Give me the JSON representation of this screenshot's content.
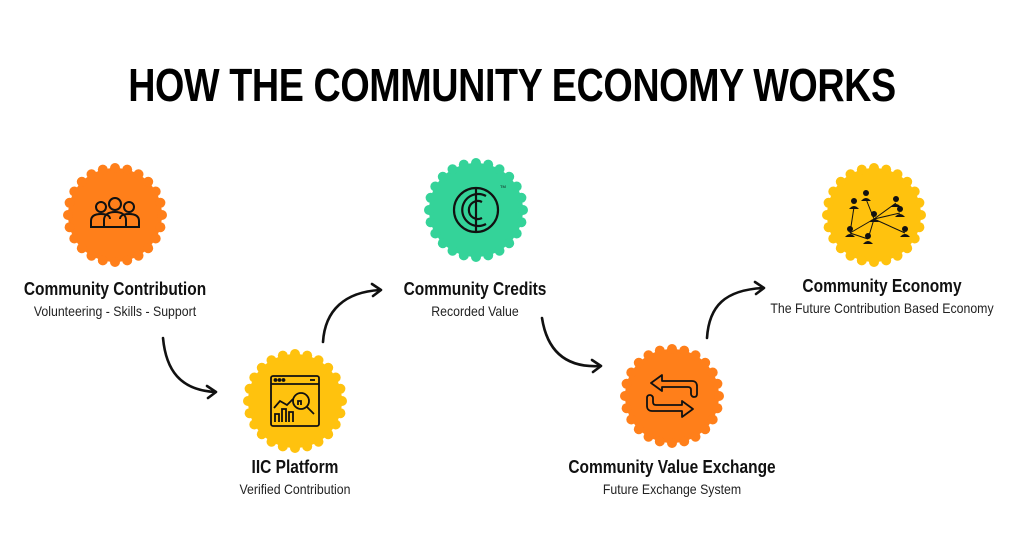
{
  "title": "HOW THE COMMUNITY ECONOMY WORKS",
  "colors": {
    "orange": "#FF7F1A",
    "yellow": "#FFC20E",
    "green": "#34D399",
    "ink": "#111111"
  },
  "steps": [
    {
      "title": "Community Contribution",
      "subtitle": "Volunteering - Skills - Support",
      "icon": "people-group-icon",
      "color": "#FF7F1A"
    },
    {
      "title": "IIC Platform",
      "subtitle": "Verified Contribution",
      "icon": "web-analytics-icon",
      "color": "#FFC20E"
    },
    {
      "title": "Community Credits",
      "subtitle": "Recorded Value",
      "icon": "credit-coin-icon",
      "color": "#34D399"
    },
    {
      "title": "Community Value Exchange",
      "subtitle": "Future Exchange System",
      "icon": "exchange-arrows-icon",
      "color": "#FF7F1A"
    },
    {
      "title": "Community Economy",
      "subtitle": "The Future Contribution Based Economy",
      "icon": "network-people-icon",
      "color": "#FFC20E"
    }
  ],
  "flow": [
    "Community Contribution",
    "IIC Platform",
    "Community Credits",
    "Community Value Exchange",
    "Community Economy"
  ]
}
